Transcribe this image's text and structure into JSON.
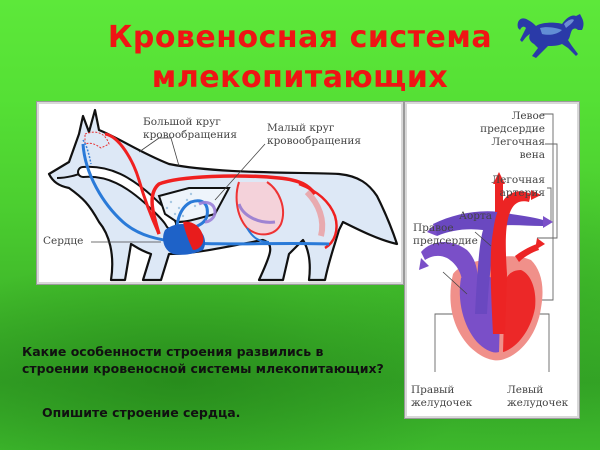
{
  "slide": {
    "title_line1": "Кровеносная система",
    "title_line2": "млекопитающих",
    "title_color": "#f01414",
    "decoration": "horse-icon"
  },
  "animal_diagram": {
    "labels": {
      "systemic_circle_line1": "Большой круг",
      "systemic_circle_line2": "кровообращения",
      "pulmonary_circle_line1": "Малый круг",
      "pulmonary_circle_line2": "кровообращения",
      "heart": "Сердце"
    }
  },
  "heart_diagram": {
    "labels": {
      "left_atrium_line1": "Левое",
      "left_atrium_line2": "предсердие",
      "pulmonary_vein_line1": "Легочная",
      "pulmonary_vein_line2": "вена",
      "pulmonary_artery_line1": "Легочная",
      "pulmonary_artery_line2": "артерия",
      "aorta": "Аорта",
      "right_atrium_line1": "Правое",
      "right_atrium_line2": "предсердие",
      "right_ventricle_line1": "Правый",
      "right_ventricle_line2": "желудочек",
      "left_ventricle_line1": "Левый",
      "left_ventricle_line2": "желудочек"
    }
  },
  "questions": {
    "q1_line1": "Какие особенности строения развились в",
    "q1_line2": "строении кровеносной системы млекопитающих?",
    "q2": "Опишите строение сердца."
  },
  "colors": {
    "background_green": "#4ccf30",
    "arterial_red": "#f02020",
    "venous_blue": "#2a7ad8",
    "heart_purple": "#7a4fc8",
    "heart_wall_pink": "#f0908a"
  }
}
